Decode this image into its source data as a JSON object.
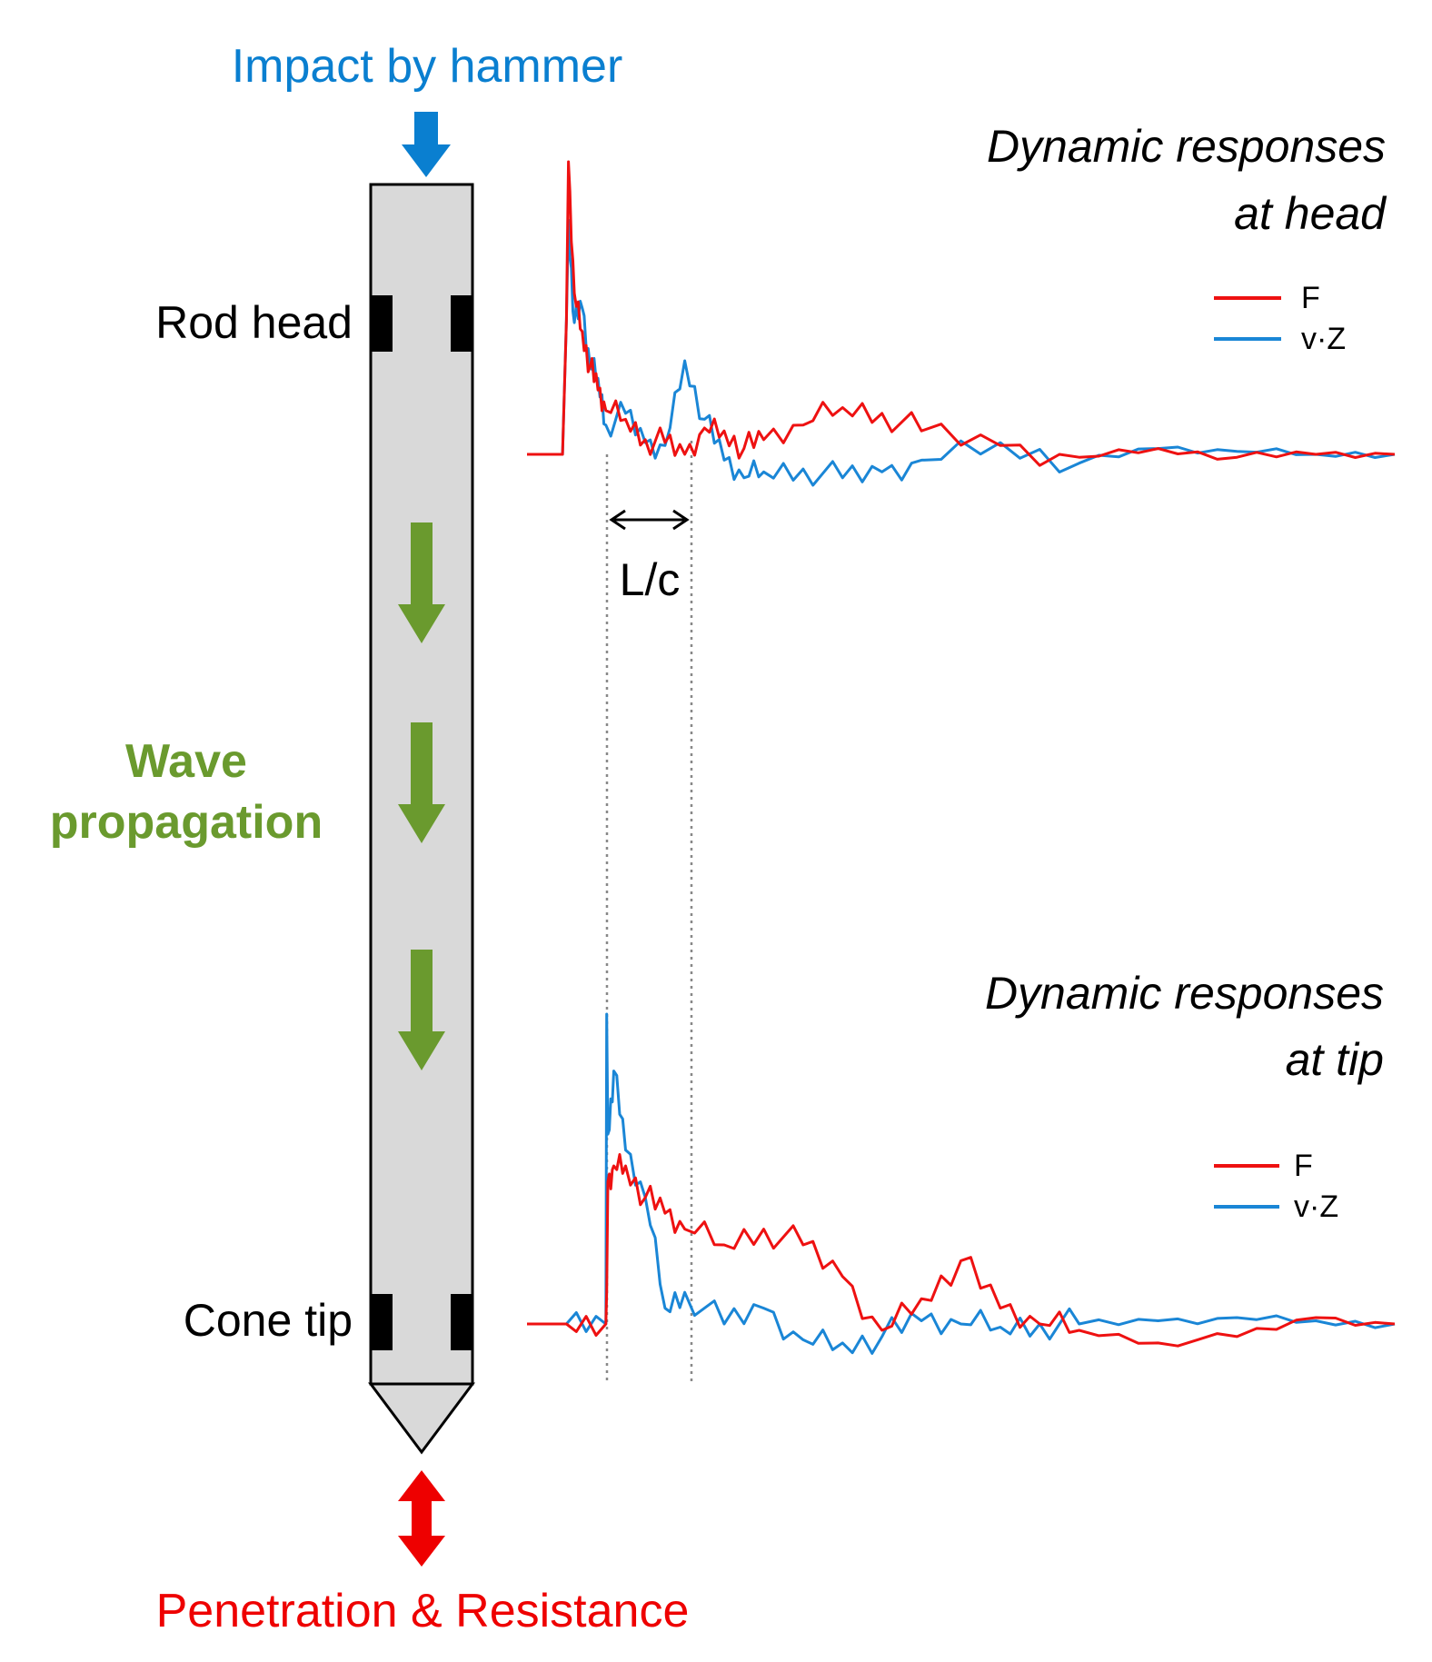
{
  "labels": {
    "impact": "Impact by hammer",
    "rod_head": "Rod head",
    "wave_line1": "Wave",
    "wave_line2": "propagation",
    "cone_tip": "Cone tip",
    "penetration": "Penetration & Resistance",
    "lc": "L/c"
  },
  "head_panel": {
    "title_line1": "Dynamic responses",
    "title_line2": "at head",
    "legend": [
      {
        "name": "F",
        "color": "#ee1111"
      },
      {
        "name": "v·Z",
        "color": "#1a86d6"
      }
    ]
  },
  "tip_panel": {
    "title_line1": "Dynamic responses",
    "title_line2": "at tip",
    "legend": [
      {
        "name": "F",
        "color": "#ee1111"
      },
      {
        "name": "v·Z",
        "color": "#1a86d6"
      }
    ]
  },
  "colors": {
    "impact_arrow": "#0a7fd0",
    "wave_arrow": "#6a9a2e",
    "penetration_arrow": "#ee0000",
    "rod_fill": "#d9d9d9",
    "gauge": "#000000",
    "marker_line": "#888888"
  },
  "chart_data": [
    {
      "type": "line",
      "title": "Dynamic responses at head",
      "x": [
        0,
        0.5,
        0.9,
        1.0,
        1.05,
        1.2,
        1.4,
        1.6,
        1.8,
        2.0,
        2.5,
        3.0,
        3.5,
        4.0,
        4.5,
        5.0,
        5.5,
        6.0,
        7.0,
        8.0,
        9.0,
        10.0,
        12.0,
        14.0,
        16.0,
        18.0,
        20.0,
        22.0
      ],
      "series": [
        {
          "name": "F",
          "color": "#ee1111",
          "values": [
            0,
            0,
            0,
            0.46,
            1.0,
            0.55,
            0.42,
            0.3,
            0.22,
            0.15,
            0.12,
            0.05,
            0.04,
            0.0,
            0.09,
            0.08,
            0.02,
            0.05,
            0.1,
            0.16,
            0.14,
            0.08,
            0.03,
            -0.01,
            0.02,
            -0.01,
            0.0,
            0.0
          ]
        },
        {
          "name": "v·Z",
          "color": "#1a86d6",
          "values": [
            0,
            0,
            0,
            0.46,
            0.8,
            0.45,
            0.5,
            0.3,
            0.26,
            0.1,
            0.14,
            0.04,
            0.03,
            0.32,
            0.12,
            -0.02,
            -0.08,
            -0.06,
            -0.05,
            -0.08,
            -0.06,
            -0.02,
            0.04,
            -0.03,
            0.02,
            0.01,
            0.0,
            0.0
          ]
        }
      ]
    },
    {
      "type": "line",
      "title": "Dynamic responses at tip",
      "x": [
        0,
        1.0,
        2.0,
        2.02,
        2.05,
        2.2,
        2.5,
        3.0,
        3.5,
        4.0,
        5.0,
        6.0,
        7.0,
        8.0,
        9.0,
        10.0,
        11.0,
        12.0,
        13.0,
        14.0,
        16.0,
        18.0,
        20.0,
        22.0
      ],
      "series": [
        {
          "name": "F",
          "color": "#ee1111",
          "values": [
            0,
            0,
            0,
            0.1,
            0.45,
            0.5,
            0.5,
            0.4,
            0.35,
            0.3,
            0.25,
            0.3,
            0.25,
            0.15,
            -0.02,
            0.08,
            0.2,
            0.05,
            0.0,
            -0.02,
            -0.06,
            -0.04,
            0.02,
            0.0
          ]
        },
        {
          "name": "v·Z",
          "color": "#1a86d6",
          "values": [
            0,
            0,
            0,
            0.98,
            0.6,
            0.8,
            0.55,
            0.4,
            0.05,
            0.1,
            0.0,
            0.05,
            -0.05,
            -0.06,
            -0.04,
            0.01,
            0.0,
            -0.01,
            0.0,
            0.0,
            0.01,
            0.02,
            0.01,
            0.0
          ]
        }
      ]
    }
  ]
}
